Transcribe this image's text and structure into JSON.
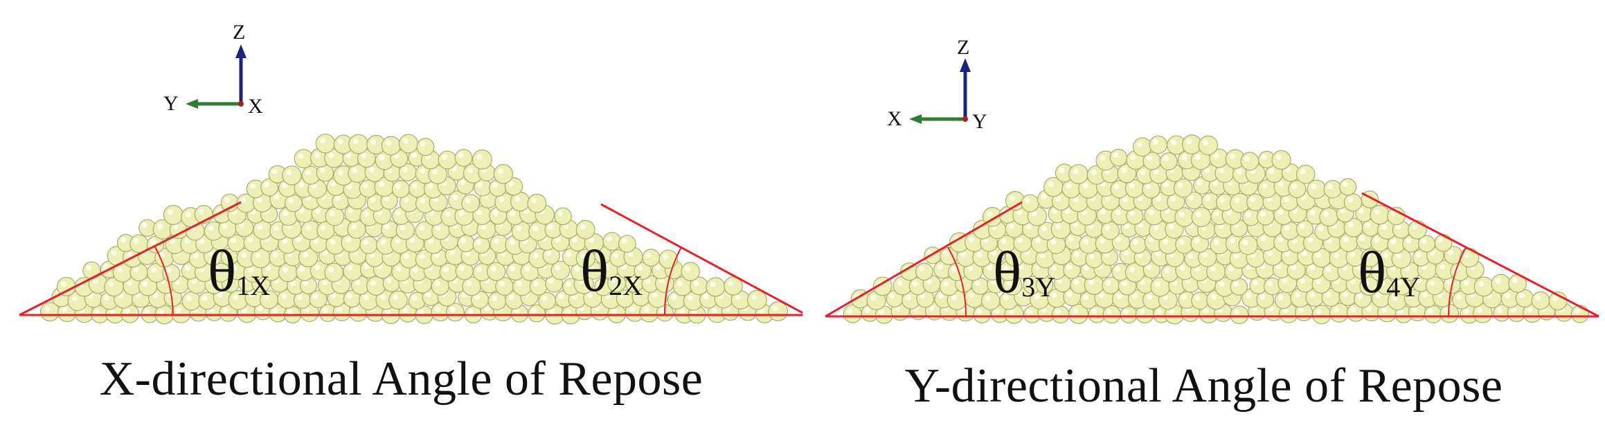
{
  "panels": [
    {
      "id": "x",
      "triad": {
        "up_label": "Z",
        "left_label": "Y",
        "center_label": "X"
      },
      "angles": [
        {
          "symbol": "θ",
          "subscript": "1X"
        },
        {
          "symbol": "θ",
          "subscript": "2X"
        }
      ],
      "caption": "X-directional Angle of Repose"
    },
    {
      "id": "y",
      "triad": {
        "up_label": "Z",
        "left_label": "X",
        "center_label": "Y"
      },
      "angles": [
        {
          "symbol": "θ",
          "subscript": "3Y"
        },
        {
          "symbol": "θ",
          "subscript": "4Y"
        }
      ],
      "caption": "Y-directional Angle of Repose"
    }
  ],
  "colors": {
    "particle_fill": "#ecefb6",
    "particle_stroke": "#a9ad6e",
    "particle_highlight": "#fbfde8",
    "angle_lines": "#e8202a",
    "z_axis": "#1a237e",
    "horizontal_axis": "#2e7d32"
  }
}
